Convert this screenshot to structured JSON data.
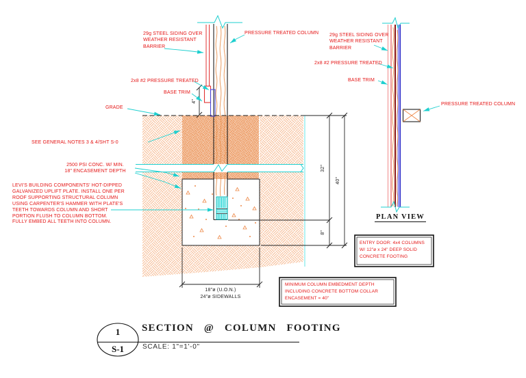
{
  "section": {
    "labels": {
      "siding_note": "29g STEEL SIDING OVER\nWEATHER RESISTANT\nBARRIER",
      "pt_column": "PRESSURE TREATED COLUMN",
      "pt_2x8": "2x8 #2 PRESSURE TREATED",
      "base_trim": "BASE TRIM",
      "grade": "GRADE",
      "general_notes": "SEE GENERAL NOTES 3 & 4/SHT S-0",
      "conc_note": "2500 PSI CONC. W/ MIN.\n18\" ENCASEMENT DEPTH",
      "uplift_note": "LEVI'S BUILDING COMPONENTS' HOT-DIPPED\nGALVANIZED UPLIFT PLATE. INSTALL ONE PER\nROOF SUPPORTING STRUCTURAL COLUMN\nUSING CARPENTER'S HAMMER WITH PLATE'S\nTEETH TOWARDS COLUMN AND SHORT\nPORTION FLUSH TO COLUMN BOTTOM.\nFULLY EMBED ALL TEETH INTO COLUMN."
    },
    "dimensions": {
      "d4": "4\"",
      "d32": "32\"",
      "d40": "40\"",
      "d8": "8\"",
      "dia_note": "18\"ø (U.O.N.)\n24\"ø SIDEWALLS"
    }
  },
  "plan": {
    "labels": {
      "siding_note": "29g STEEL SIDING OVER\nWEATHER RESISTANT\nBARRIER",
      "pt_2x8": "2x8 #2 PRESSURE TREATED",
      "base_trim": "BASE TRIM",
      "pt_column": "PRESSURE TREATED COLUMN"
    },
    "title": "PLAN VIEW"
  },
  "callouts": {
    "entry_door": "ENTRY DOOR: 4x4 COLUMNS\nW/ 12\"ø x 24\" DEEP SOLID\nCONCRETE FOOTING",
    "embedment": "MINIMUM COLUMN EMBEDMENT DEPTH\nINCLUDING CONCRETE BOTTOM COLLAR\nENCASEMENT = 40\""
  },
  "titleblock": {
    "detail_number": "1",
    "sheet_number": "S-1",
    "title": "SECTION @ COLUMN FOOTING",
    "scale": "SCALE: 1\"=1'-0\""
  },
  "colors": {
    "label_red": "#e41414",
    "leader_cyan": "#1ecfcf",
    "hatch_orange": "#ee8a4a",
    "line_black": "#1c1c1c",
    "member_blue": "#4646d8"
  }
}
